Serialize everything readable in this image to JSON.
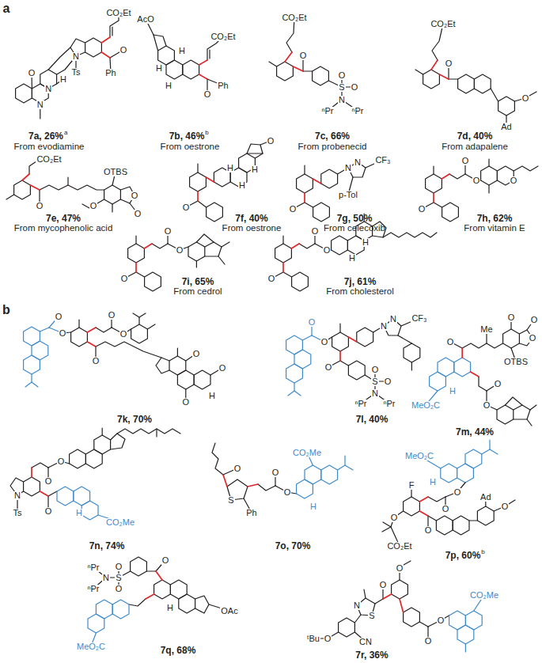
{
  "diagram": {
    "labels": [
      "a",
      "O",
      "N",
      "N",
      "H",
      "N",
      "Ts",
      "CO₂Et",
      "O",
      "Ph",
      "7a, 26%",
      "a",
      "From evodiamine",
      "AcO",
      "H",
      "H",
      "H",
      "CO₂Et",
      "O",
      "Ph",
      "7b, 46%",
      "b",
      "From oestrone",
      "CO₂Et",
      "O",
      "S",
      "O",
      "O",
      "N",
      "ⁿPr",
      "ⁿPr",
      "7c, 66%",
      "From probenecid",
      "CO₂Et",
      "O",
      "O",
      "Ad",
      "7d, 40%",
      "From adapalene",
      "CO₂Et",
      "O",
      "O",
      "O",
      "OTBS",
      "O",
      "7e, 47%",
      "From mycophenolic acid",
      "O",
      "O",
      "H",
      "H",
      "H",
      "7f, 40%",
      "From oestrone",
      "N",
      "N",
      "CF₃",
      "p-Tol",
      "O",
      "7g, 50%",
      "From celecoxib",
      "O",
      "O",
      "O",
      "O",
      "7h, 62%",
      "From vitamin E",
      "O",
      "O",
      "O",
      "7i, 65%",
      "From cedrol",
      "O",
      "O",
      "H",
      "H",
      "O",
      "7j, 61%",
      "From cholesterol",
      "b",
      "O",
      "O",
      "O",
      "O",
      "O",
      "O",
      "O",
      "O",
      "H",
      "7k, 70%",
      "O",
      "O",
      "N",
      "N",
      "CF₃",
      "O",
      "S",
      "O",
      "O",
      "N",
      "ⁿPr",
      "ⁿPr",
      "7l, 40%",
      "O",
      "Me",
      "O",
      "O",
      "O",
      "OTBS",
      "MeO₂C",
      "H",
      "O",
      "O",
      "7m, 44%",
      "N",
      "Ts",
      "O",
      "O",
      "O",
      "CO₂Me",
      "H",
      "7n, 74%",
      "O",
      "S",
      "Ph",
      "O",
      "O",
      "CO₂Me",
      "H",
      "7o, 70%",
      "MeO₂C",
      "H",
      "O",
      "O",
      "F",
      "O",
      "Ad",
      "O",
      "O",
      "CO₂Et",
      "7p, 60%",
      "b",
      "O",
      "S",
      "O",
      "O",
      "N",
      "ⁿPr",
      "ⁿPr",
      "H",
      "OAc",
      "MeO₂C",
      "7q, 68%",
      "O",
      "O",
      "N",
      "S",
      "CN",
      "O",
      "ᵗBu",
      "O",
      "O",
      "CO₂Me",
      "7r, 36%"
    ]
  }
}
